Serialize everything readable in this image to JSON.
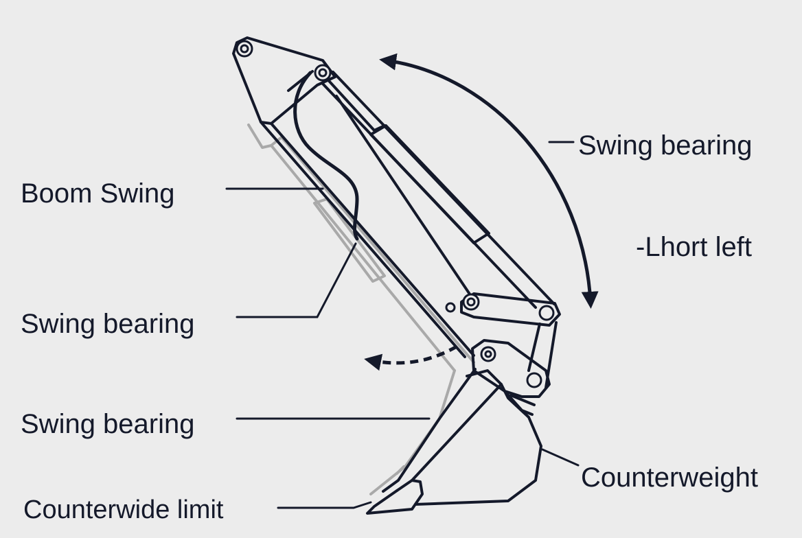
{
  "labels": {
    "boom_swing": "Boom Swing",
    "swing_bearing_left_upper": "Swing bearing",
    "swing_bearing_left_lower": "Swing bearing",
    "counterwide_limit": "Counterwide limit",
    "swing_bearing_right": "Swing bearing",
    "short_left": "-Lhort left",
    "counterweight": "Counterweight"
  },
  "colors": {
    "background": "#ececec",
    "ink": "#14192a",
    "ghost_outline": "#a9a9a9"
  }
}
